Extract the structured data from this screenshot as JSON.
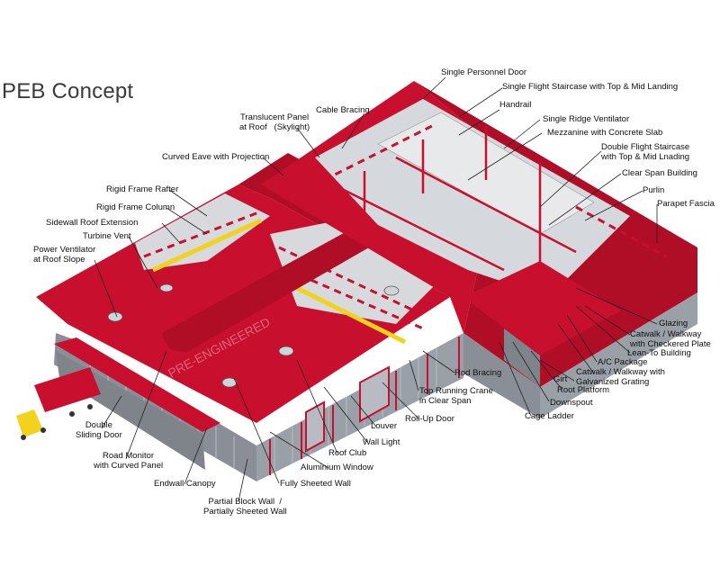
{
  "title": "PEB Concept",
  "labels": {
    "single_personnel_door": "Single Personnel Door",
    "single_flight_staircase": "Single Flight Staircase with Top & Mid Landing",
    "handrail": "Handrail",
    "cable_bracing": "Cable Bracing",
    "translucent_panel": "Translucent Panel\nat Roof   (Skylight)",
    "single_ridge_ventilator": "Single Ridge Ventilator",
    "mezzanine": "Mezzanine with Concrete Slab",
    "curved_eave": "Curved Eave with Projection",
    "double_flight_staircase": "Double Flight Staircase\nwith Top & Mid Lnading",
    "clear_span_building": "Clear Span Building",
    "purlin": "Purlin",
    "parapet_fascia": "Parapet Fascia",
    "rigid_frame_rafter": "Rigid Frame Rafter",
    "rigid_frame_column": "Rigid Frame Column",
    "sidewall_roof_extension": "Sidewall Roof Extension",
    "turbine_vent": "Turbine Vent",
    "power_ventilator": "Power Ventilator\nat Roof Slope",
    "glazing": "Glazing",
    "catwalk_checkered": "Catwalk / Walkway\nwith Checkered Plate",
    "lean_to_building": "Lean-To Building",
    "ac_package": "A/C Package",
    "catwalk_galvanized": "Catwalk / Walkway with\nGalvanized Grating",
    "girt": "Girt",
    "root_platform": "Root Platform",
    "downspout": "Downspout",
    "cage_ladder": "Cage Ladder",
    "rod_bracing": "Rod Bracing",
    "top_running_crane": "Top Running Crane\nin Clear Span",
    "roll_up_door": "Roll-Up Door",
    "louver": "Louver",
    "wall_light": "Wall Light",
    "roof_club": "Roof Club",
    "aluminium_window": "Aluminium Window",
    "fully_sheeted_wall": "Fully Sheeted Wall",
    "double_sliding_door": "Double\nSliding Door",
    "road_monitor": "Road Monitor\nwith Curved Panel",
    "endwall_canopy": "Endwall Canopy",
    "partial_block_wall": "Partial Block Wall  /\nPartially Sheeted Wall",
    "watermark": "PRE-ENGINEERED"
  },
  "colors": {
    "roof_red": "#c8102e",
    "roof_dark": "#9e0b22",
    "wall_grey": "#8a8f97",
    "wall_light": "#c9cdd2",
    "crane_yellow": "#f2d21b",
    "leader": "#222222"
  }
}
